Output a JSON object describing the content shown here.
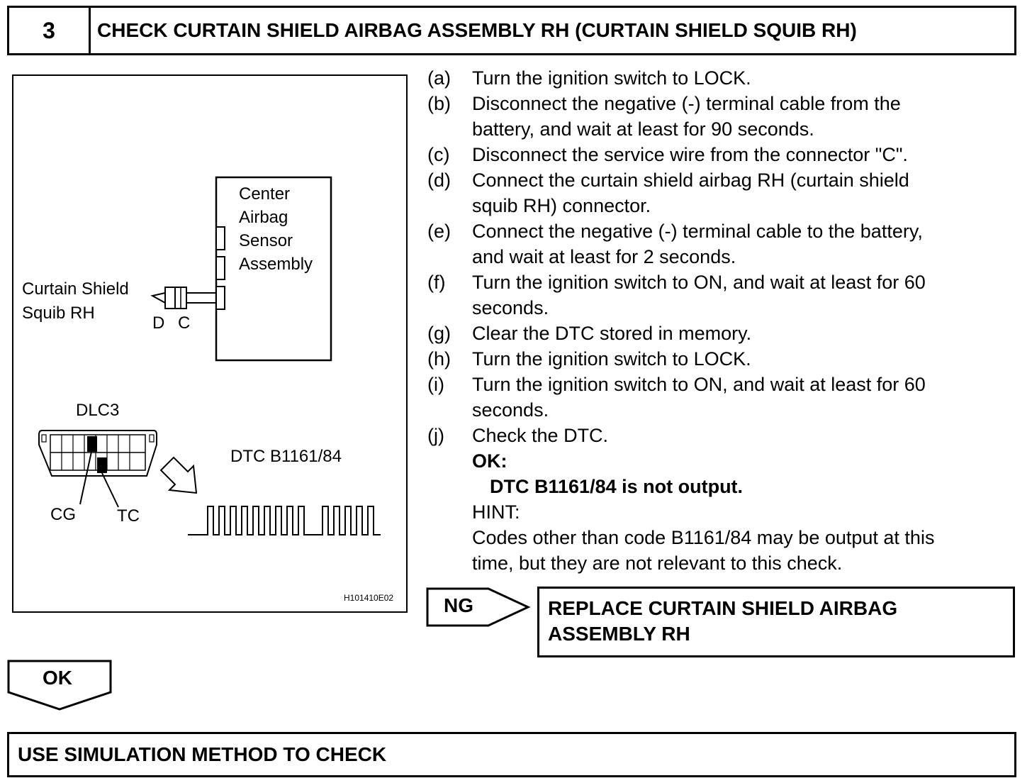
{
  "header": {
    "step_number": "3",
    "title": "CHECK CURTAIN SHIELD AIRBAG ASSEMBLY RH (CURTAIN SHIELD SQUIB RH)"
  },
  "figure": {
    "sensor_label": [
      "Center",
      "Airbag",
      "Sensor",
      "Assembly"
    ],
    "squib_label": [
      "Curtain Shield",
      "Squib RH"
    ],
    "connector_d": "D",
    "connector_c": "C",
    "dlc3_label": "DLC3",
    "cg_label": "CG",
    "tc_label": "TC",
    "dtc_label": "DTC B1161/84",
    "figure_id": "H101410E02"
  },
  "steps": [
    {
      "letter": "(a)",
      "lines": [
        "Turn the ignition switch to LOCK."
      ]
    },
    {
      "letter": "(b)",
      "lines": [
        "Disconnect the negative (-) terminal cable from the",
        "battery, and wait at least for 90 seconds."
      ]
    },
    {
      "letter": "(c)",
      "lines": [
        "Disconnect the service wire from the connector \"C\"."
      ]
    },
    {
      "letter": "(d)",
      "lines": [
        "Connect the curtain shield airbag RH (curtain shield",
        "squib RH) connector."
      ]
    },
    {
      "letter": "(e)",
      "lines": [
        "Connect the negative (-) terminal cable to the battery,",
        "and wait at least for 2 seconds."
      ]
    },
    {
      "letter": "(f)",
      "lines": [
        "Turn the ignition switch to ON, and wait at least for 60",
        "seconds."
      ]
    },
    {
      "letter": "(g)",
      "lines": [
        "Clear the DTC stored in memory."
      ]
    },
    {
      "letter": "(h)",
      "lines": [
        "Turn the ignition switch to LOCK."
      ]
    },
    {
      "letter": "(i)",
      "lines": [
        "Turn the ignition switch to ON, and wait at least for 60",
        "seconds."
      ]
    },
    {
      "letter": "(j)",
      "lines": [
        "Check the DTC."
      ]
    }
  ],
  "ok_heading": "OK:",
  "ok_result": "DTC B1161/84 is not output.",
  "hint_heading": "HINT:",
  "hint_lines": [
    "Codes other than code B1161/84 may be output at this",
    "time, but they are not relevant to this check."
  ],
  "ng": {
    "label": "NG",
    "action_lines": [
      "REPLACE CURTAIN SHIELD AIRBAG",
      "ASSEMBLY RH"
    ]
  },
  "ok": {
    "label": "OK"
  },
  "next_step": "USE SIMULATION METHOD TO CHECK"
}
